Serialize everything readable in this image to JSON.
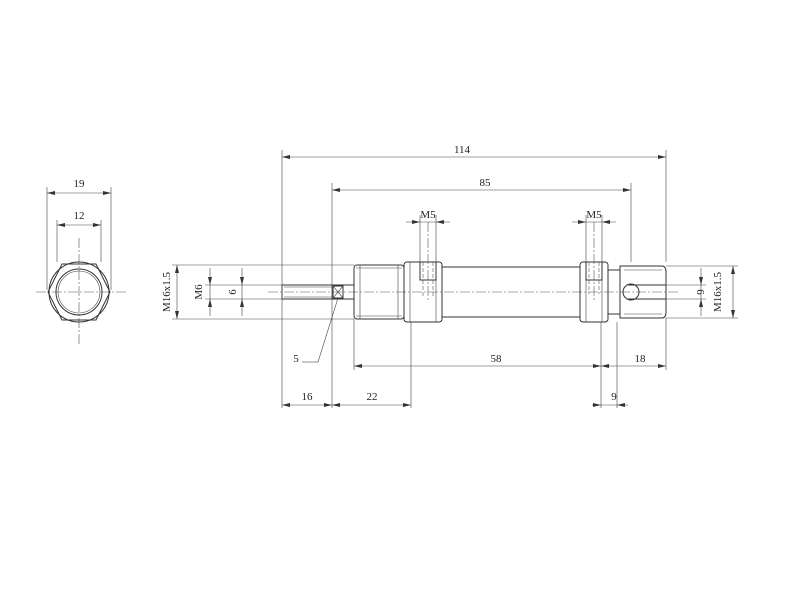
{
  "dimensions": {
    "overall_length": "114",
    "body_length": "85",
    "port_thread_left": "M5",
    "port_thread_right": "M5",
    "end_face_width": "19",
    "end_face_hex": "12",
    "thread_left": "M16x1.5",
    "rod_thread": "M6",
    "rod_diameter": "6",
    "thread_right": "M16x1.5",
    "clevis_width": "6",
    "balloon": "5",
    "rod_extension": "16",
    "front_section": "22",
    "tube_length": "58",
    "clevis_length": "18",
    "port_offset": "9"
  }
}
